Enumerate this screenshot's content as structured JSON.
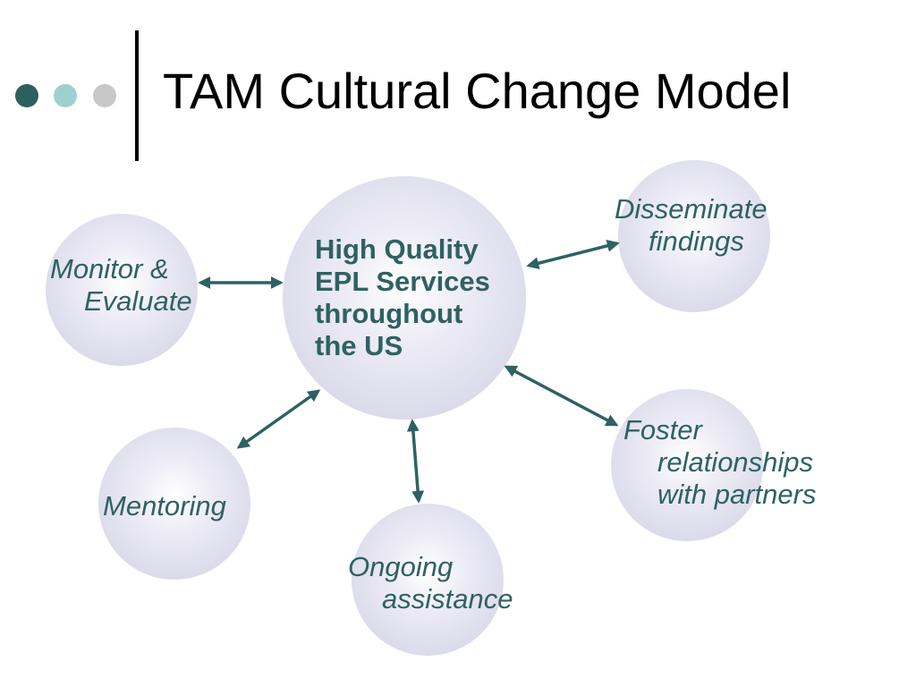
{
  "title": "TAM Cultural Change Model",
  "colors": {
    "dot1": "#2e5f5f",
    "dot2": "#9fd0d0",
    "dot3": "#c8c8c8",
    "text": "#2e6262",
    "arrow": "#2e6262"
  },
  "center": {
    "lines": [
      "High Quality",
      "EPL Services",
      "throughout",
      "the US"
    ]
  },
  "nodes": {
    "monitor": {
      "lines": [
        "Monitor &",
        "Evaluate"
      ]
    },
    "disseminate": {
      "lines": [
        "Disseminate",
        "findings"
      ]
    },
    "foster": {
      "lines": [
        "Foster",
        "relationships",
        "with partners"
      ]
    },
    "ongoing": {
      "lines": [
        "Ongoing",
        "assistance"
      ]
    },
    "mentoring": {
      "lines": [
        "Mentoring"
      ]
    }
  }
}
